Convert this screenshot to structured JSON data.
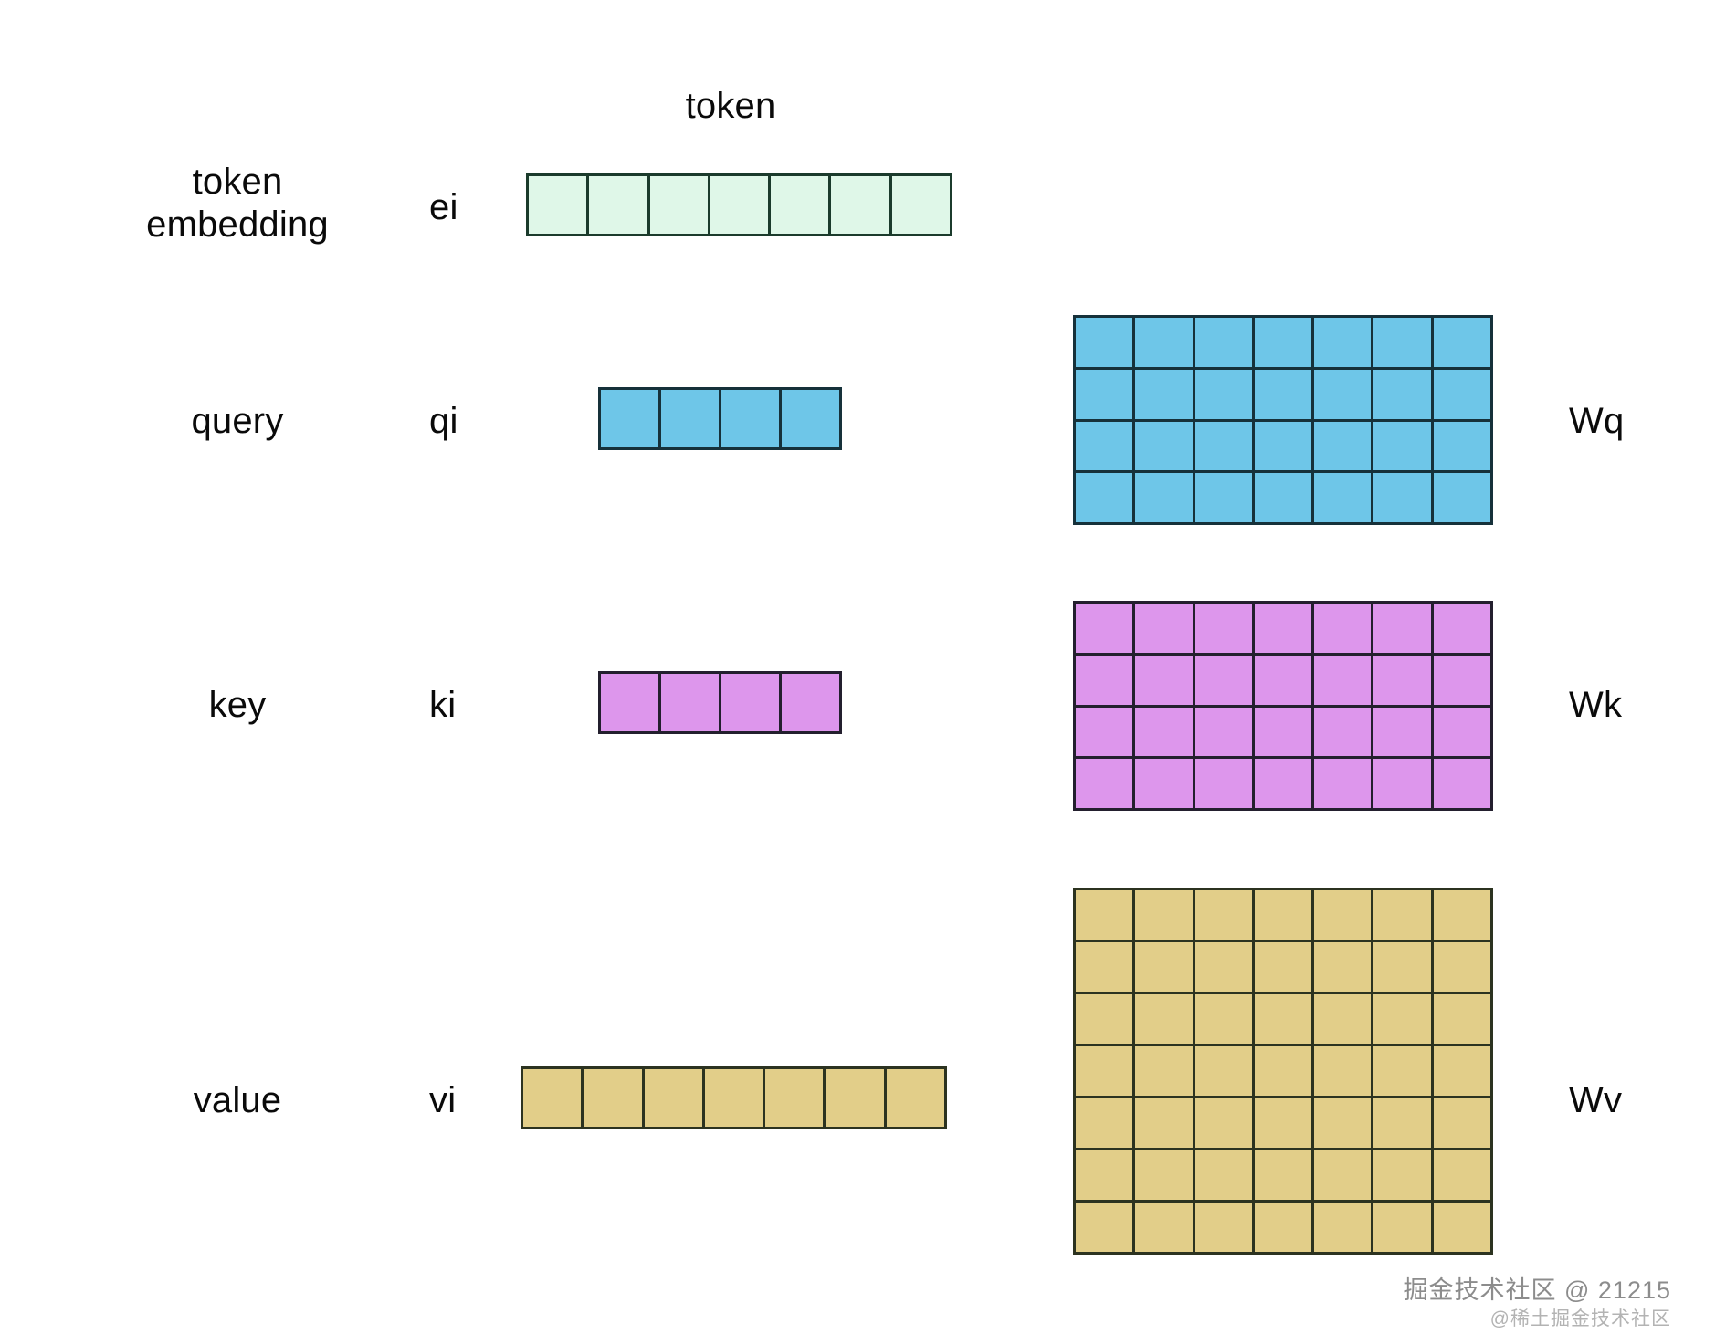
{
  "diagram": {
    "title": "token",
    "rows": [
      {
        "id": "token-embedding",
        "label_line1": "token",
        "label_line2": "embedding",
        "vector_label": "ei",
        "vector_cells": 7,
        "color": "#dff7e8",
        "border_color": "#1b3b2c",
        "matrix_label": "",
        "matrix_rows": 0,
        "matrix_cols": 0
      },
      {
        "id": "query",
        "label_line1": "query",
        "label_line2": "",
        "vector_label": "qi",
        "vector_cells": 4,
        "color": "#6ec6e8",
        "border_color": "#16313a",
        "matrix_label": "Wq",
        "matrix_rows": 4,
        "matrix_cols": 7
      },
      {
        "id": "key",
        "label_line1": "key",
        "label_line2": "",
        "vector_label": "ki",
        "vector_cells": 4,
        "color": "#dd96ec",
        "border_color": "#231f2e",
        "matrix_label": "Wk",
        "matrix_rows": 4,
        "matrix_cols": 7
      },
      {
        "id": "value",
        "label_line1": "value",
        "label_line2": "",
        "vector_label": "vi",
        "vector_cells": 7,
        "color": "#e2ce89",
        "border_color": "#2c3320",
        "matrix_label": "Wv",
        "matrix_rows": 7,
        "matrix_cols": 7
      }
    ]
  },
  "watermark": {
    "main": "掘金技术社区 @ 21215",
    "sub": "@稀土掘金技术社区"
  }
}
